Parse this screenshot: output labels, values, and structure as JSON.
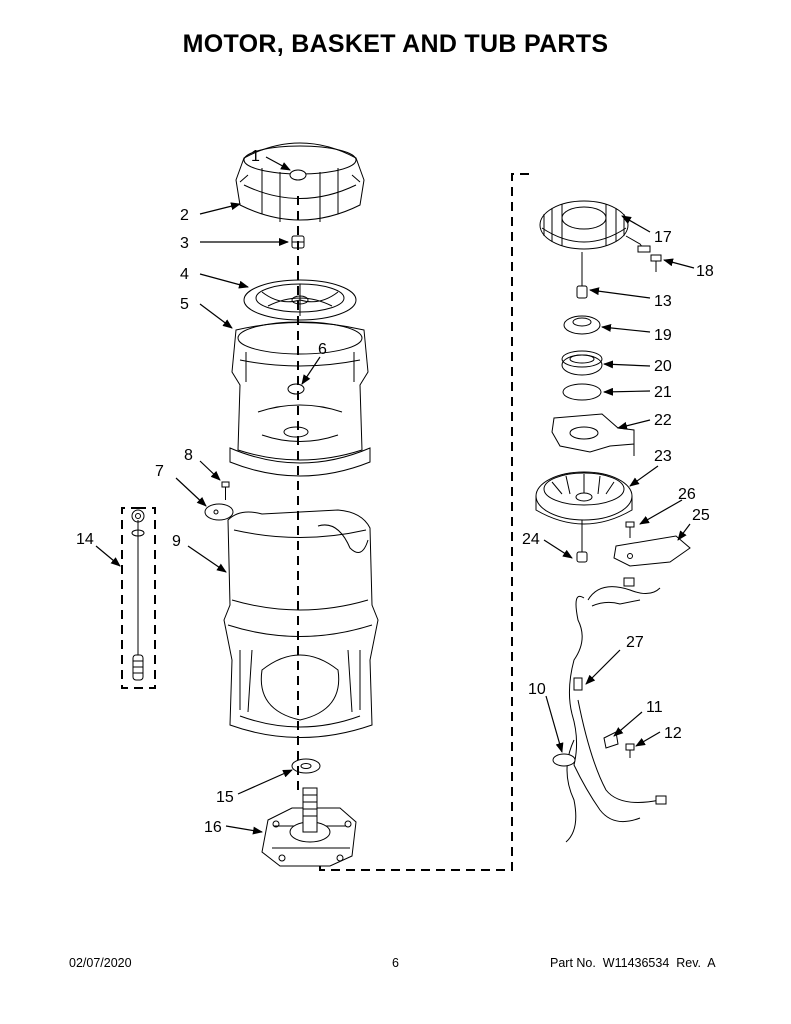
{
  "title": "MOTOR, BASKET AND TUB PARTS",
  "footer": {
    "date": "02/07/2020",
    "page": "6",
    "part_no": "Part No.  W11436534  Rev.  A"
  },
  "callouts": {
    "c1": "1",
    "c2": "2",
    "c3": "3",
    "c4": "4",
    "c5": "5",
    "c6": "6",
    "c7": "7",
    "c8": "8",
    "c9": "9",
    "c10": "10",
    "c11": "11",
    "c12": "12",
    "c13": "13",
    "c14": "14",
    "c15": "15",
    "c16": "16",
    "c17": "17",
    "c18": "18",
    "c19": "19",
    "c20": "20",
    "c21": "21",
    "c22": "22",
    "c23": "23",
    "c24": "24",
    "c25": "25",
    "c26": "26",
    "c27": "27"
  }
}
